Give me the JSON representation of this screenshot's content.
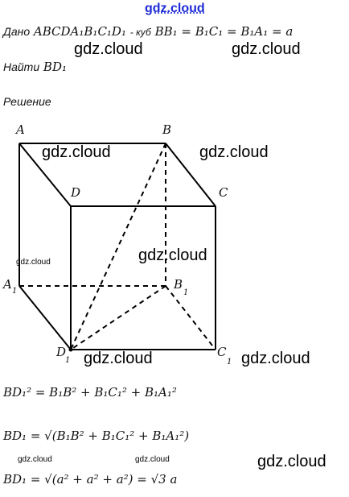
{
  "watermarks": {
    "top": "gdz.cloud",
    "main": "gdz.cloud",
    "small": "gdz.cloud"
  },
  "header": {
    "dano_label": "Дано",
    "dano_expr": "ABCDA₁B₁C₁D₁",
    "dano_kub": "- куб",
    "dano_eq": "BB₁ = B₁C₁ = B₁A₁ = a",
    "naiti_label": "Найти",
    "naiti_expr": "BD₁",
    "reshenie": "Решение"
  },
  "cube_labels": {
    "A": "A",
    "B": "B",
    "C": "C",
    "D": "D",
    "A1": "A",
    "B1": "B",
    "C1": "C",
    "D1": "D",
    "sub": "1"
  },
  "formulas": {
    "f1": "BD₁² = B₁B² + B₁C₁² + B₁A₁²",
    "f2": "BD₁ = √(B₁B² + B₁C₁² + B₁A₁²)",
    "f3": "BD₁ = √(a² + a² + a²) = √3 a"
  },
  "colors": {
    "watermark_top": "#1d2bd6",
    "line": "#000000"
  }
}
